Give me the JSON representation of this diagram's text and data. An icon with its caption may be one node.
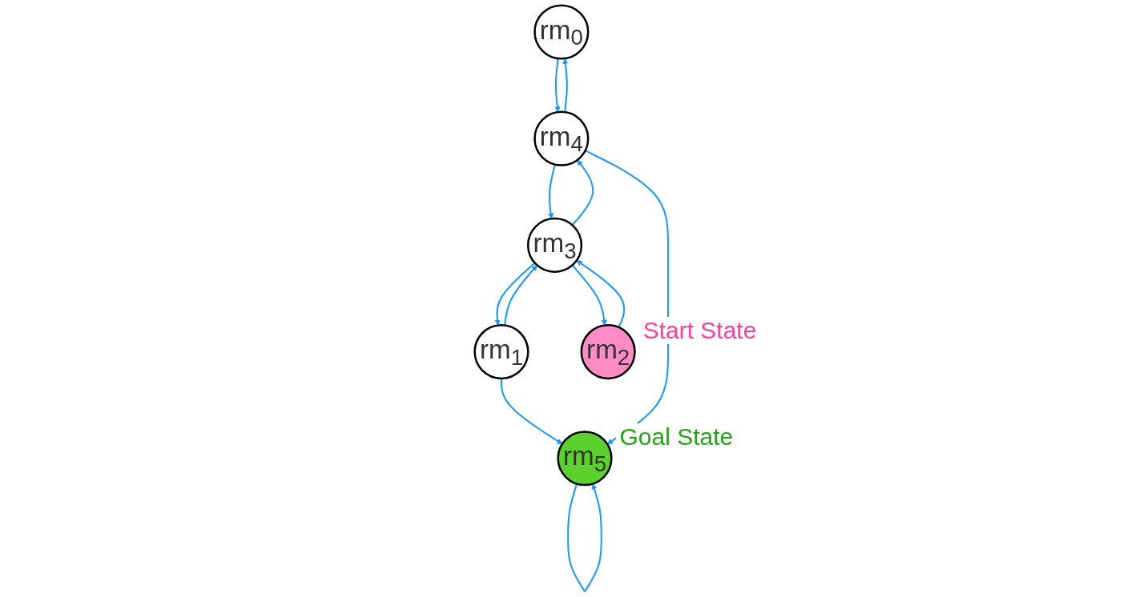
{
  "diagram": {
    "nodes": [
      {
        "text": [
          "rm$_{5}$"
        ],
        "beside": [
          "Goal State"
        ]
      },
      {
        "text": [
          "rm$_{0}$"
        ]
      },
      {
        "text": [
          "rm$_{1}$"
        ]
      },
      {
        "text": [
          "rm$_{2}$"
        ],
        "beside": [
          "Start State"
        ]
      },
      {
        "text": [
          "rm$_{4}$"
        ]
      },
      {
        "text": [
          "rm$_{3}$"
        ]
      }
    ],
    "edges": [
      {
        "from": 0,
        "to": 0,
        "arrow": "to"
      },
      {
        "from": 2,
        "to": 0,
        "arrow": "to"
      },
      {
        "from": 4,
        "to": 0,
        "arrow": "to"
      },
      {
        "from": 1,
        "to": 4,
        "arrow": "to"
      },
      {
        "from": 4,
        "to": 1,
        "arrow": "to"
      },
      {
        "from": 2,
        "to": 5,
        "arrow": "to"
      },
      {
        "from": 5,
        "to": 2,
        "arrow": "to"
      },
      {
        "from": 3,
        "to": 5,
        "arrow": "to"
      },
      {
        "from": 5,
        "to": 3,
        "arrow": "to"
      },
      {
        "from": 4,
        "to": 5,
        "arrow": "to"
      },
      {
        "from": 5,
        "to": 4,
        "arrow": "to"
      }
    ]
  }
}
